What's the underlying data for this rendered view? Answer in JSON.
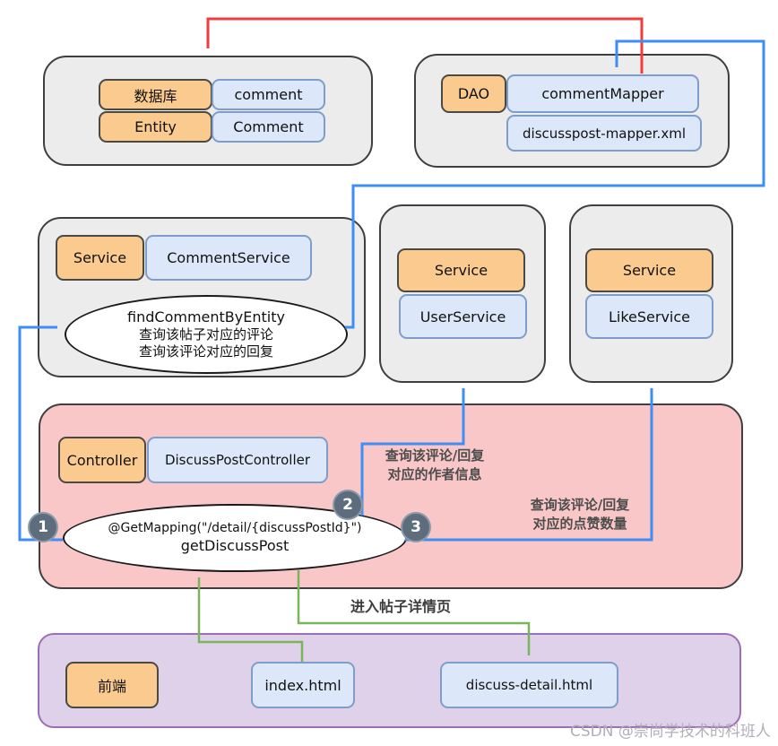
{
  "nodes": {
    "database": {
      "label": "数据库"
    },
    "db_table": {
      "label": "comment"
    },
    "entity": {
      "label": "Entity"
    },
    "entity_cls": {
      "label": "Comment"
    },
    "dao": {
      "label": "DAO"
    },
    "dao_mapper": {
      "label": "commentMapper"
    },
    "dao_xml": {
      "label": "discusspost-mapper.xml"
    },
    "service1": {
      "label": "Service"
    },
    "comment_service": {
      "label": "CommentService"
    },
    "service2": {
      "label": "Service"
    },
    "user_service": {
      "label": "UserService"
    },
    "service3": {
      "label": "Service"
    },
    "like_service": {
      "label": "LikeService"
    },
    "controller": {
      "label": "Controller"
    },
    "discuss_post_controller": {
      "label": "DiscussPostController"
    },
    "frontend": {
      "label": "前端"
    },
    "index_html": {
      "label": "index.html"
    },
    "discuss_detail_html": {
      "label": "discuss-detail.html"
    }
  },
  "ellipses": {
    "find_comment": {
      "line1": "findCommentByEntity",
      "line2": "查询该帖子对应的评论",
      "line3": "查询该评论对应的回复"
    },
    "get_mapping": {
      "line1": "@GetMapping(\"/detail/{discussPostId}\")",
      "line2": "getDiscussPost"
    }
  },
  "steps": [
    {
      "n": "1"
    },
    {
      "n": "2"
    },
    {
      "n": "3"
    }
  ],
  "annotations": {
    "author_info": {
      "line1": "查询该评论/回复",
      "line2": "对应的作者信息"
    },
    "like_count": {
      "line1": "查询该评论/回复",
      "line2": "对应的点赞数量"
    },
    "enter_detail": {
      "label": "进入帖子详情页"
    }
  },
  "watermark": "CSDN @崇尚学技术的科班人",
  "colors": {
    "arrow_red": "#f03c3c",
    "arrow_blue": "#3e8ef5",
    "arrow_green": "#7ab55c",
    "node_orange": "#fbca8e",
    "node_blue": "#dce8f9",
    "panel_gray": "#ececec",
    "panel_pink": "#f9c7c7",
    "panel_purple": "#ded1e9",
    "badge_fill": "#5d6d7d"
  }
}
